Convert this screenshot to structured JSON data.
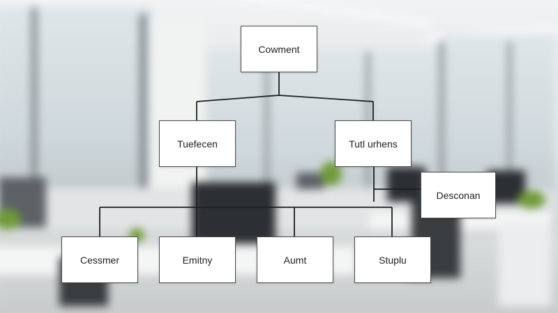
{
  "diagram": {
    "root": {
      "label": "Cowment"
    },
    "level2": [
      {
        "label": "Tuefecen"
      },
      {
        "label": "Tutl urhens"
      }
    ],
    "side": {
      "label": "Desconan"
    },
    "level3": [
      {
        "label": "Cessmer"
      },
      {
        "label": "Emitny"
      },
      {
        "label": "Aumt"
      },
      {
        "label": "Stuplu"
      }
    ]
  }
}
